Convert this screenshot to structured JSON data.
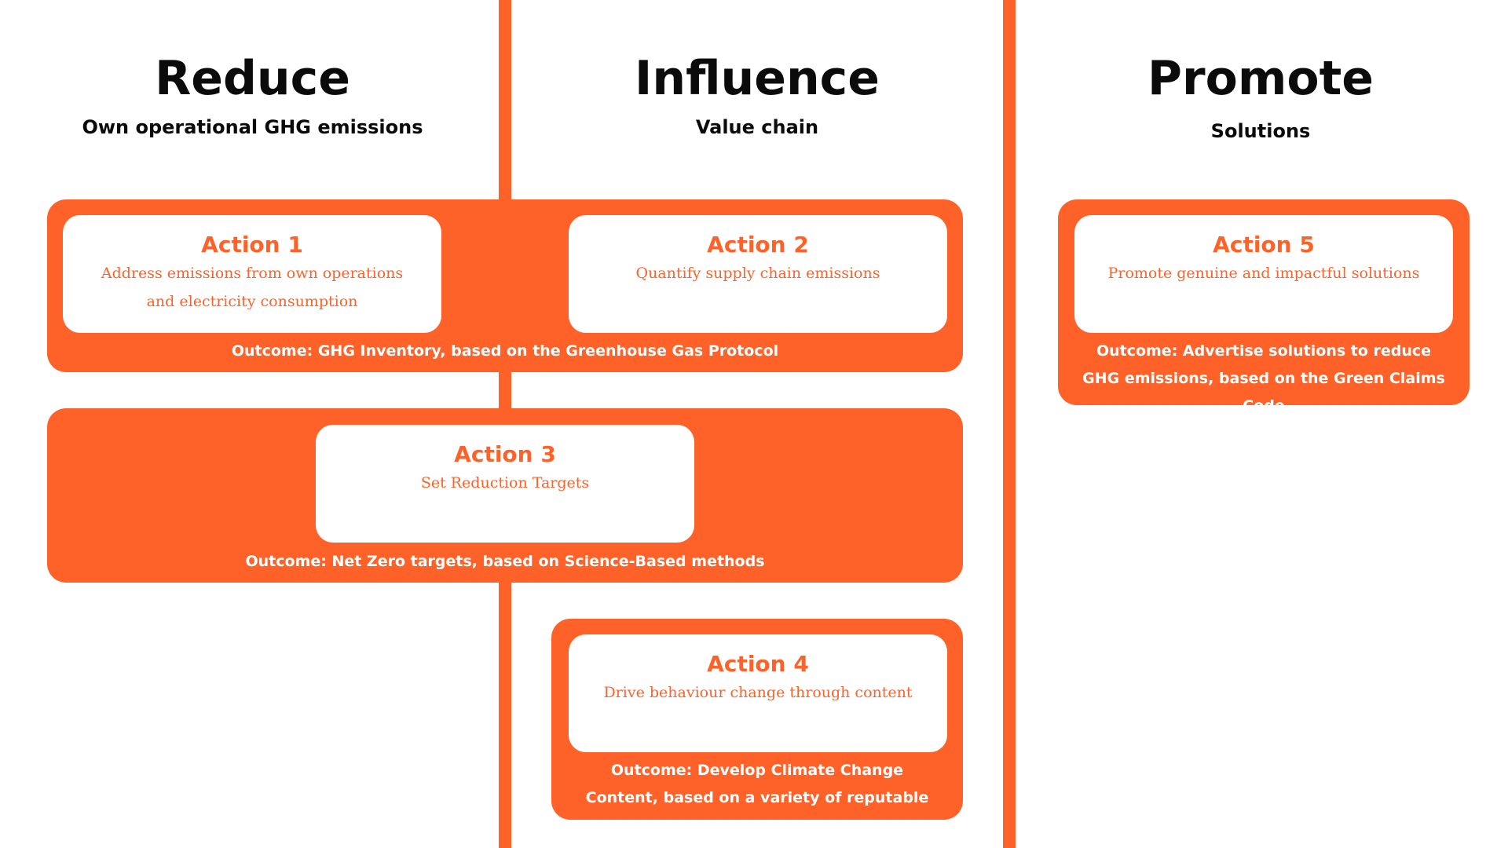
{
  "colors": {
    "accent": "#ff6229",
    "background": "#ffffff",
    "heading": "#0b0b0b"
  },
  "columns": [
    {
      "title": "Reduce",
      "subtitle": "Own operational GHG emissions"
    },
    {
      "title": "Influence",
      "subtitle": "Value chain"
    },
    {
      "title": "Promote",
      "subtitle": "Solutions"
    }
  ],
  "actions": [
    {
      "title": "Action 1",
      "description": "Address emissions from own operations and electricity consumption"
    },
    {
      "title": "Action 2",
      "description": "Quantify supply chain emissions"
    },
    {
      "title": "Action 3",
      "description": "Set Reduction Targets"
    },
    {
      "title": "Action 4",
      "description": "Drive behaviour change through content"
    },
    {
      "title": "Action 5",
      "description": "Promote genuine and impactful solutions"
    }
  ],
  "outcomes": {
    "inventory": "Outcome: GHG Inventory, based on the Greenhouse Gas Protocol",
    "targets": "Outcome: Net Zero targets, based on Science-Based methods",
    "content": "Outcome: Develop Climate Change Content, based on a variety of reputable sources",
    "solutions": "Outcome: Advertise solutions to reduce GHG emissions, based on the Green Claims Code"
  }
}
